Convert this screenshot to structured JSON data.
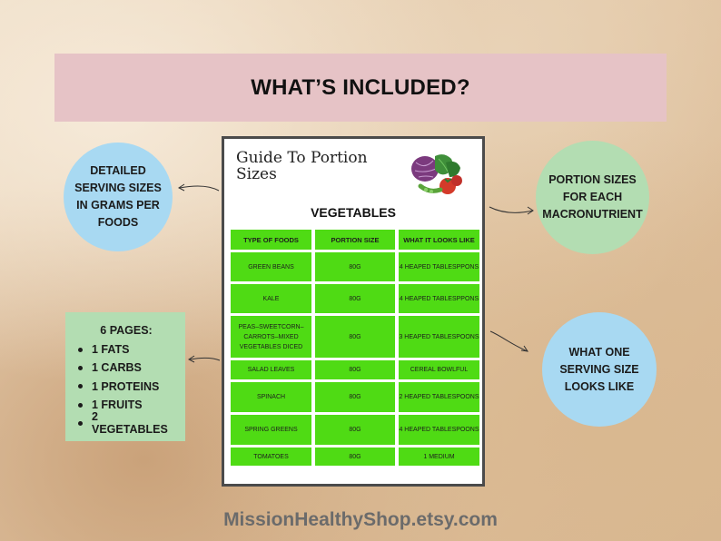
{
  "banner": {
    "title": "WHAT’S INCLUDED?"
  },
  "callouts": {
    "top_left": "DETAILED SERVING SIZES IN GRAMS PER FOODS",
    "top_right": "PORTION SIZES FOR EACH MACRONUTRIENT",
    "bottom_right": "WHAT ONE SERVING SIZE LOOKS LIKE"
  },
  "pages_box": {
    "title": "6 PAGES:",
    "items": [
      "1 FATS",
      "1 CARBS",
      "1 PROTEINS",
      "1 FRUITS",
      "2 VEGETABLES"
    ]
  },
  "document": {
    "title": "Guide To Portion Sizes",
    "section": "VEGETABLES",
    "headers": [
      "TYPE OF FOODS",
      "PORTION SIZE",
      "WHAT IT LOOKS LIKE"
    ],
    "rows": [
      [
        "GREEN BEANS",
        "80G",
        "4 HEAPED TABLESPPONS"
      ],
      [
        "KALE",
        "80G",
        "4 HEAPED TABLESPPONS"
      ],
      [
        "PEAS–SWEETCORN–CARROTS–MIXED VEGETABLES DICED",
        "80G",
        "3 HEAPED TABLESPOONS"
      ],
      [
        "SALAD LEAVES",
        "80G",
        "CEREAL BOWLFUL"
      ],
      [
        "SPINACH",
        "80G",
        "2 HEAPED TABLESPOONS"
      ],
      [
        "SPRING GREENS",
        "80G",
        "4 HEAPED TABLESPOONS"
      ],
      [
        "TOMATOES",
        "80G",
        "1 MEDIUM"
      ]
    ],
    "icon": "vegetables-illustration"
  },
  "footer": {
    "text": "MissionHealthyShop.etsy.com"
  },
  "colors": {
    "banner": "#e6c3c6",
    "blue_circle": "#a8d9f2",
    "green_circle": "#b3ddb2",
    "table_cell": "#4fdb14"
  }
}
